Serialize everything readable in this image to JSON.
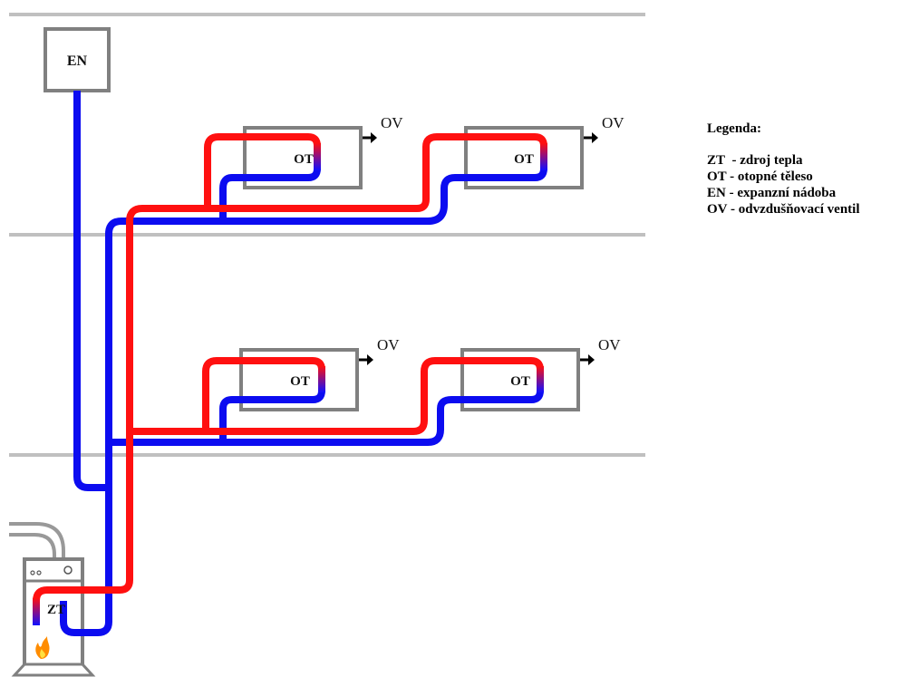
{
  "labels": {
    "expansion_vessel": "EN",
    "heat_source": "ZT",
    "radiator": "OT",
    "air_valve": "OV"
  },
  "legend": {
    "title": "Legenda:",
    "items": [
      {
        "code": "ZT",
        "text": "zdroj tepla"
      },
      {
        "code": "OT",
        "text": "otopné těleso"
      },
      {
        "code": "EN",
        "text": "expanzní nádoba"
      },
      {
        "code": "OV",
        "text": "odvzdušňovací ventil"
      }
    ]
  },
  "colors": {
    "supply_pipe": "#ff1010",
    "return_pipe": "#0c0cf0",
    "floor": "#c0c0c0",
    "box_border": "#808080",
    "flame": "#ff8c00"
  }
}
